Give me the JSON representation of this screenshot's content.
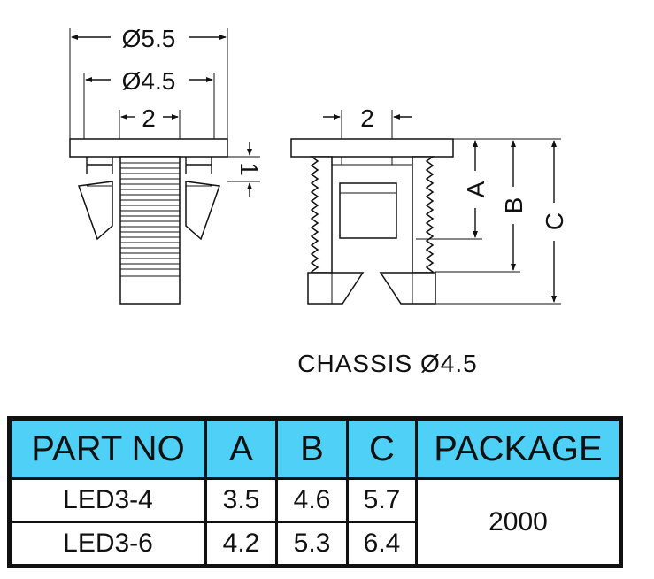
{
  "drawing": {
    "front_view": {
      "outer_diameter_label": "Ø5.5",
      "inner_diameter_label": "Ø4.5",
      "width_label": "2",
      "flange_label": "1"
    },
    "side_view": {
      "width_label": "2",
      "label_a": "A",
      "label_b": "B",
      "label_c": "C"
    },
    "caption": "CHASSIS Ø4.5"
  },
  "table": {
    "headers": [
      "PART NO",
      "A",
      "B",
      "C",
      "PACKAGE"
    ],
    "header_color": "#4fd0f6",
    "rows": [
      {
        "part": "LED3-4",
        "a": "3.5",
        "b": "4.6",
        "c": "5.7"
      },
      {
        "part": "LED3-6",
        "a": "4.2",
        "b": "5.3",
        "c": "6.4"
      }
    ],
    "package": "2000"
  }
}
